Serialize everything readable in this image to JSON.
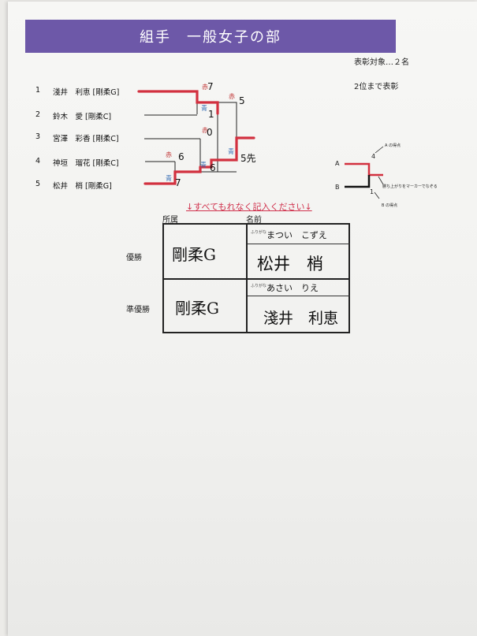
{
  "title": "組手　一般女子の部",
  "award_target": "表彰対象…２名",
  "award_rank": "2位まで表彰",
  "entries": [
    {
      "no": "1",
      "name": "淺井　利恵 [剛柔G]"
    },
    {
      "no": "2",
      "name": "鈴木　愛 [剛柔C]"
    },
    {
      "no": "3",
      "name": "宮澤　彩香 [剛柔C]"
    },
    {
      "no": "4",
      "name": "神垣　瑠花 [剛柔C]"
    },
    {
      "no": "5",
      "name": "松井　梢 [剛柔G]"
    }
  ],
  "bracket_marks": {
    "aka": "赤",
    "ao": "青",
    "m1_aka_score": "7",
    "m1_ao_score": "1",
    "m2_aka_score": "6",
    "m2_ao_score": "7",
    "m3_aka_score": "0",
    "m3_ao_score": "6",
    "m4_aka_score": "5",
    "m4_ao_score": "5先"
  },
  "legend": {
    "a": "A",
    "b": "B",
    "a_points_label": "A の得点",
    "b_points_label": "B の得点",
    "a_score": "4",
    "b_score": "1",
    "winner_note": "勝ち上がりをマーカーでなぞる"
  },
  "notice": "↓すべてもれなく記入ください↓",
  "table": {
    "affiliation_header": "所属",
    "name_header": "名前",
    "furigana_tag": "ふりがな",
    "rows": [
      {
        "rank": "優勝",
        "affiliation": "剛柔G",
        "furigana": "まつい　こずえ",
        "name": "松井　梢"
      },
      {
        "rank": "準優勝",
        "affiliation": "剛柔G",
        "furigana": "あさい　りえ",
        "name": "淺井　利恵"
      }
    ]
  },
  "colors": {
    "accent": "#6d58a8",
    "marker_red": "#d2303f",
    "aka_text": "#c23a3a",
    "ao_text": "#3a6fb5"
  }
}
